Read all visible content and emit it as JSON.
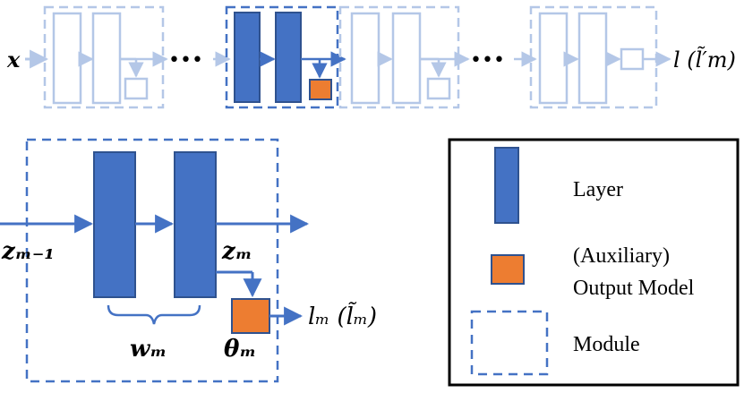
{
  "top": {
    "input_label": "x",
    "ellipsis": "•••",
    "output_label": "l (l̃′m)"
  },
  "detail": {
    "input_label": "zₘ₋₁",
    "mid_label": "zₘ",
    "weights_label": "wₘ",
    "theta_label": "θₘ",
    "output_label": "lₘ (l̃ₘ)"
  },
  "legend": {
    "layer_label": "Layer",
    "aux_label_line1": "(Auxiliary)",
    "aux_label_line2": "Output Model",
    "module_label": "Module"
  },
  "colors": {
    "layer_fill": "#4472C4",
    "layer_stroke": "#2F528F",
    "aux_fill": "#ED7D31",
    "faded": "#B4C7E7",
    "arrow": "#4472C4",
    "module_dash": "#4472C4"
  }
}
